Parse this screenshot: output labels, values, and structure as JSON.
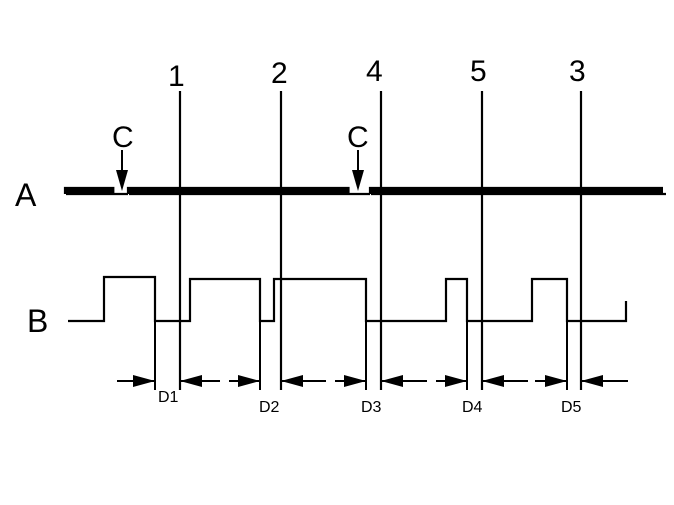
{
  "diagram": {
    "colors": {
      "line": "#000000",
      "background": "#ffffff"
    },
    "signals": {
      "A": {
        "label": "A"
      },
      "B": {
        "label": "B"
      }
    },
    "markers": [
      {
        "label": "C"
      },
      {
        "label": "C"
      }
    ],
    "cursors": [
      {
        "label": "1"
      },
      {
        "label": "2"
      },
      {
        "label": "4"
      },
      {
        "label": "5"
      },
      {
        "label": "3"
      }
    ],
    "intervals": [
      {
        "label": "D1"
      },
      {
        "label": "D2"
      },
      {
        "label": "D3"
      },
      {
        "label": "D4"
      },
      {
        "label": "D5"
      }
    ]
  }
}
